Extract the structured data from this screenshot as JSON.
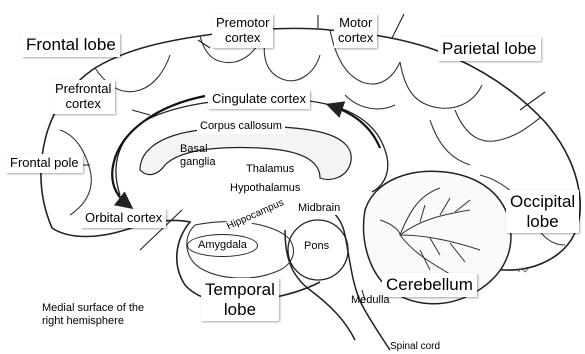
{
  "labels": {
    "frontal_lobe": "Frontal lobe",
    "premotor_cortex": [
      "Premotor",
      "cortex"
    ],
    "motor_cortex": [
      "Motor",
      "cortex"
    ],
    "parietal_lobe": "Parietal lobe",
    "prefrontal_cortex": [
      "Prefrontal",
      "cortex"
    ],
    "cingulate_cortex": "Cingulate cortex",
    "corpus_callosum": "Corpus callosum",
    "basal_ganglia": [
      "Basal",
      "ganglia"
    ],
    "thalamus": "Thalamus",
    "frontal_pole": "Frontal pole",
    "hypothalamus": "Hypothalamus",
    "midbrain": "Midbrain",
    "hippocampus": "Hippocampus",
    "orbital_cortex": "Orbital cortex",
    "amygdala": "Amygdala",
    "pons": "Pons",
    "occipital_lobe": [
      "Occipital",
      "lobe"
    ],
    "temporal_lobe": [
      "Temporal",
      "lobe"
    ],
    "cerebellum": "Cerebellum",
    "medulla": "Medulla",
    "caption": [
      "Medial surface of the",
      "right hemisphere"
    ],
    "spinal_cord": "Spinal cord"
  }
}
